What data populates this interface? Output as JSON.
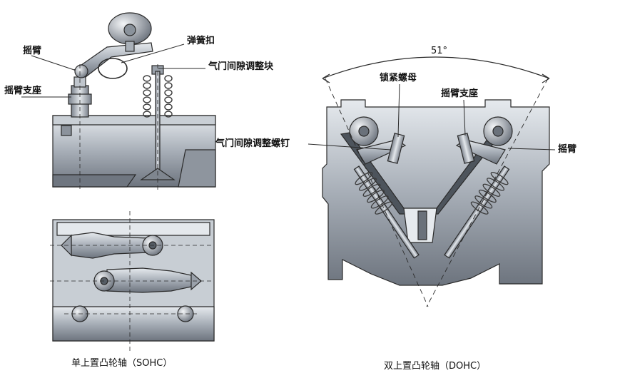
{
  "sohc": {
    "label_rocker_arm": "摇臂",
    "label_rocker_support": "摇臂支座",
    "label_spring_clip": "弹簧扣",
    "label_clearance_block": "气门间隙调整块",
    "caption": "单上置凸轮轴（SOHC）"
  },
  "dohc": {
    "angle_label": "51°",
    "label_lock_nut": "锁紧螺母",
    "label_rocker_support": "摇臂支座",
    "label_clearance_screw": "气门间隙调整螺钉",
    "label_rocker_arm": "摇臂",
    "caption": "双上置凸轮轴（DOHC）"
  },
  "colors": {
    "metal_dark": "#6f7680",
    "metal_mid": "#a9b0b8",
    "metal_light": "#dde2e7",
    "outline": "#2a2a2a"
  }
}
